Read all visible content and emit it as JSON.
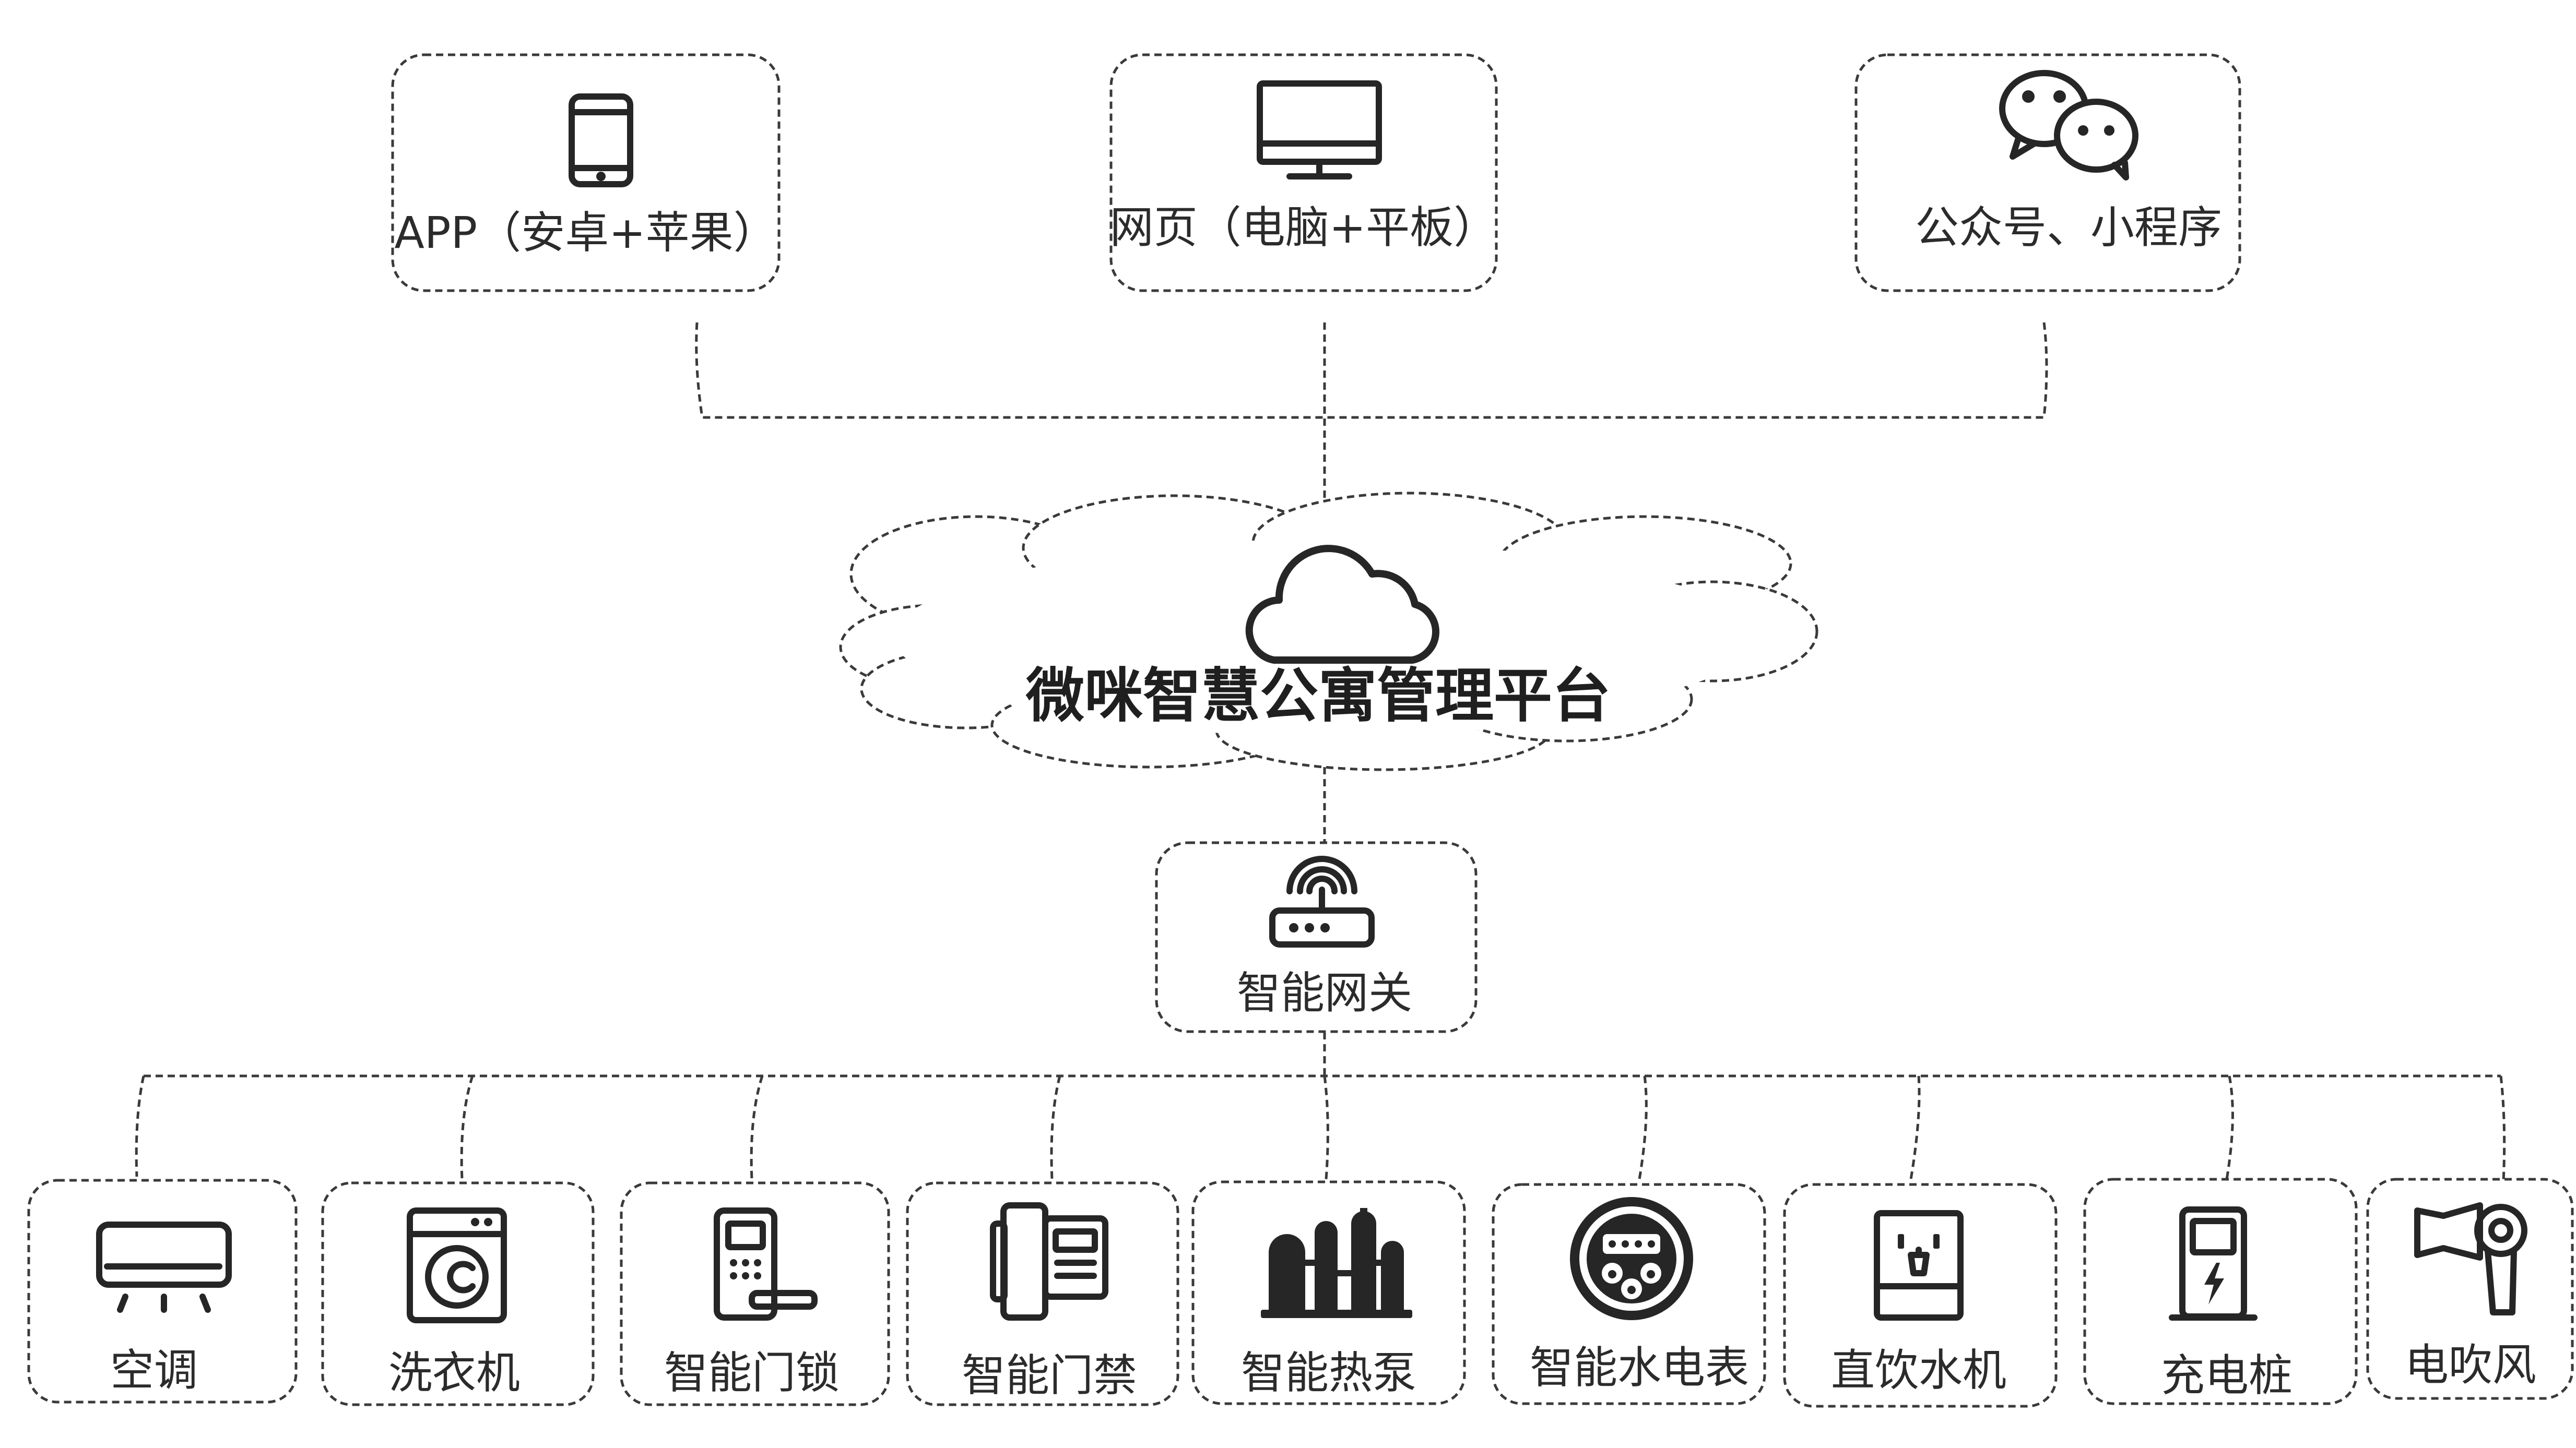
{
  "platform": {
    "title": "微咪智慧公寓管理平台",
    "icon": "cloud-icon"
  },
  "clients": [
    {
      "label": "APP（安卓+苹果）",
      "icon": "smartphone-icon"
    },
    {
      "label": "网页（电脑+平板）",
      "icon": "monitor-icon"
    },
    {
      "label": "公众号、小程序",
      "icon": "wechat-icon"
    }
  ],
  "gateway": {
    "label": "智能网关",
    "icon": "router-icon"
  },
  "devices": [
    {
      "label": "空调",
      "icon": "air-conditioner-icon"
    },
    {
      "label": "洗衣机",
      "icon": "washing-machine-icon"
    },
    {
      "label": "智能门锁",
      "icon": "smart-lock-icon"
    },
    {
      "label": "智能门禁",
      "icon": "access-control-icon"
    },
    {
      "label": "智能热泵",
      "icon": "heat-pump-icon"
    },
    {
      "label": "智能水电表",
      "icon": "meter-icon"
    },
    {
      "label": "直饮水机",
      "icon": "water-dispenser-icon"
    },
    {
      "label": "充电桩",
      "icon": "charging-pile-icon"
    },
    {
      "label": "电吹风",
      "icon": "hair-dryer-icon"
    }
  ]
}
